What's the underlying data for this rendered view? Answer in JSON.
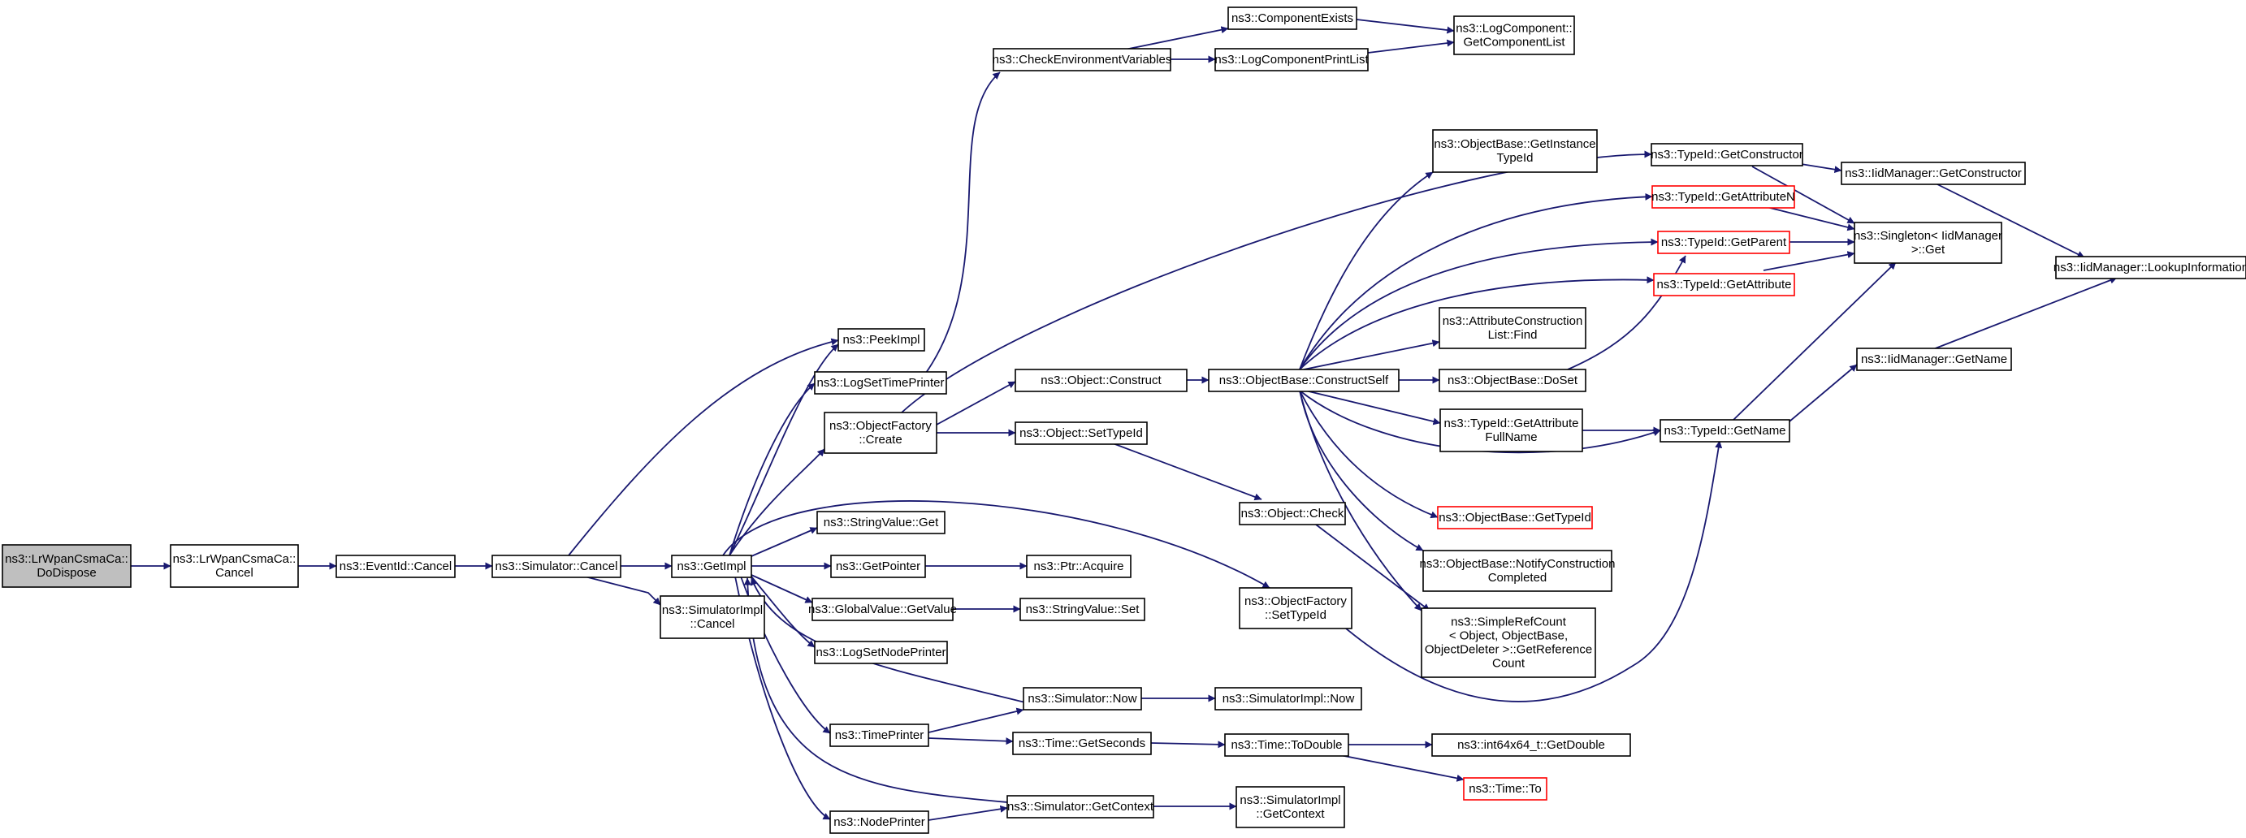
{
  "colors": {
    "edge": "#191970",
    "node_border": "#000000",
    "truncated_node_border": "#ff0000",
    "root_fill": "#bfbfbf",
    "background": "#ffffff"
  },
  "nodes": {
    "n_lrwpan_dodispose": [
      "ns3::LrWpanCsmaCa::",
      "DoDispose"
    ],
    "n_lrwpan_cancel": [
      "ns3::LrWpanCsmaCa::",
      "Cancel"
    ],
    "n_eventid_cancel": [
      "ns3::EventId::Cancel"
    ],
    "n_sim_cancel": [
      "ns3::Simulator::Cancel"
    ],
    "n_getimpl": [
      "ns3::GetImpl"
    ],
    "n_simimpl_cancel": [
      "ns3::SimulatorImpl",
      "::Cancel"
    ],
    "n_peekimpl": [
      "ns3::PeekImpl"
    ],
    "n_logsettimeprinter": [
      "ns3::LogSetTimePrinter"
    ],
    "n_objfactory_create": [
      "ns3::ObjectFactory",
      "::Create"
    ],
    "n_stringvalue_get": [
      "ns3::StringValue::Get"
    ],
    "n_getpointer": [
      "ns3::GetPointer"
    ],
    "n_globalvalue_getvalue": [
      "ns3::GlobalValue::GetValue"
    ],
    "n_logsetnodeprinter": [
      "ns3::LogSetNodePrinter"
    ],
    "n_timeprinter": [
      "ns3::TimePrinter"
    ],
    "n_nodeprinter": [
      "ns3::NodePrinter"
    ],
    "n_checkenv": [
      "ns3::CheckEnvironmentVariables"
    ],
    "n_object_construct": [
      "ns3::Object::Construct"
    ],
    "n_object_settypeid": [
      "ns3::Object::SetTypeId"
    ],
    "n_ptr_acquire": [
      "ns3::Ptr::Acquire"
    ],
    "n_stringvalue_set": [
      "ns3::StringValue::Set"
    ],
    "n_sim_now": [
      "ns3::Simulator::Now"
    ],
    "n_time_getseconds": [
      "ns3::Time::GetSeconds"
    ],
    "n_sim_getcontext": [
      "ns3::Simulator::GetContext"
    ],
    "n_componentexists": [
      "ns3::ComponentExists"
    ],
    "n_logcompprintlist": [
      "ns3::LogComponentPrintList"
    ],
    "n_objbase_constructself": [
      "ns3::ObjectBase::ConstructSelf"
    ],
    "n_object_check": [
      "ns3::Object::Check"
    ],
    "n_objfactory_settypeid": [
      "ns3::ObjectFactory",
      "::SetTypeId"
    ],
    "n_simimpl_now": [
      "ns3::SimulatorImpl::Now"
    ],
    "n_time_todouble": [
      "ns3::Time::ToDouble"
    ],
    "n_simimpl_getcontext": [
      "ns3::SimulatorImpl",
      "::GetContext"
    ],
    "n_logcomp_getlist": [
      "ns3::LogComponent::",
      "GetComponentList"
    ],
    "n_objbase_getinstancetypeid": [
      "ns3::ObjectBase::GetInstance",
      "TypeId"
    ],
    "n_attrconstruction_find": [
      "ns3::AttributeConstruction",
      "List::Find"
    ],
    "n_objbase_doset": [
      "ns3::ObjectBase::DoSet"
    ],
    "n_typeid_getattrfullname": [
      "ns3::TypeId::GetAttribute",
      "FullName"
    ],
    "n_objbase_gettypeid": [
      "ns3::ObjectBase::GetTypeId"
    ],
    "n_objbase_notify": [
      "ns3::ObjectBase::NotifyConstruction",
      "Completed"
    ],
    "n_simplerefcount": [
      "ns3::SimpleRefCount",
      "< Object, ObjectBase,",
      "ObjectDeleter >::GetReference",
      "Count"
    ],
    "n_int64x64_getdouble": [
      "ns3::int64x64_t::GetDouble"
    ],
    "n_time_to": [
      "ns3::Time::To"
    ],
    "n_typeid_getconstructor": [
      "ns3::TypeId::GetConstructor"
    ],
    "n_typeid_getattributen": [
      "ns3::TypeId::GetAttributeN"
    ],
    "n_typeid_getparent": [
      "ns3::TypeId::GetParent"
    ],
    "n_typeid_getattribute": [
      "ns3::TypeId::GetAttribute"
    ],
    "n_typeid_getname": [
      "ns3::TypeId::GetName"
    ],
    "n_iidmgr_getconstructor": [
      "ns3::IidManager::GetConstructor"
    ],
    "n_singleton_get": [
      "ns3::Singleton< IidManager",
      ">::Get"
    ],
    "n_iidmgr_getname": [
      "ns3::IidManager::GetName"
    ],
    "n_iidmgr_lookupinfo": [
      "ns3::IidManager::LookupInformation"
    ]
  }
}
